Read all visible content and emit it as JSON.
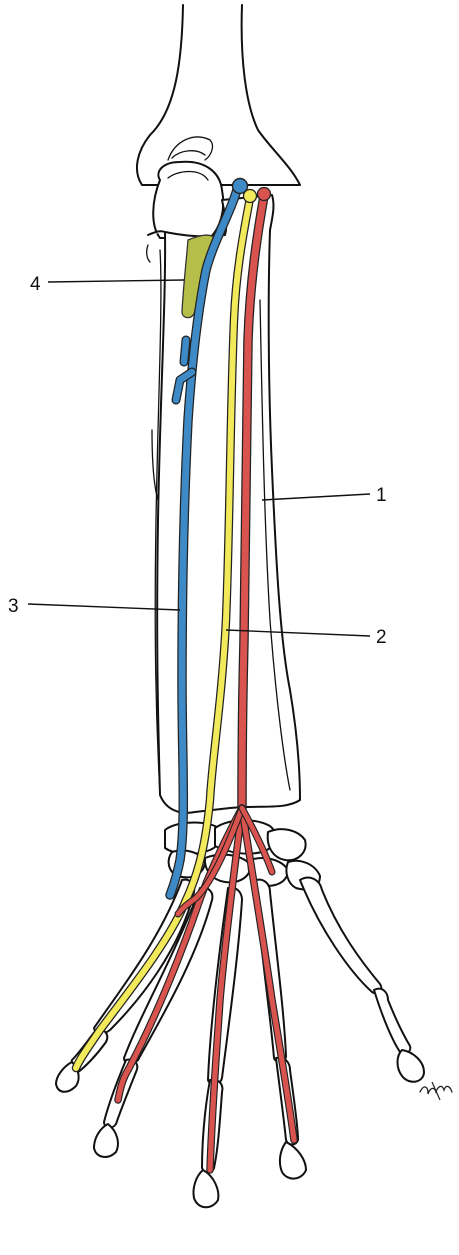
{
  "labels": {
    "l1": "1",
    "l2": "2",
    "l3": "3",
    "l4": "4"
  },
  "colors": {
    "artery": "#d9534f",
    "nerve": "#f2ea5a",
    "vein": "#3d8ac6",
    "gland": "#b6be4a",
    "outline": "#111111"
  },
  "signature": "artist-signature"
}
